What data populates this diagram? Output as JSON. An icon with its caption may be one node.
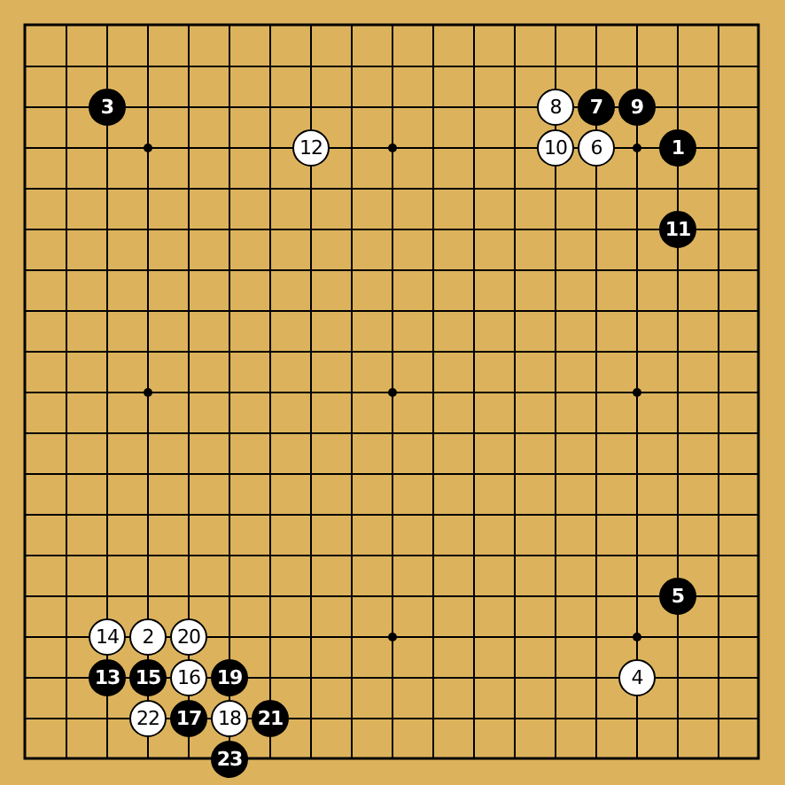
{
  "diagram": {
    "nodes": [
      {
        "text": [
          "3"
        ]
      },
      {
        "text": [
          "8"
        ]
      },
      {
        "text": [
          "7"
        ]
      },
      {
        "text": [
          "9"
        ]
      },
      {
        "text": [
          "12"
        ]
      },
      {
        "text": [
          "10"
        ]
      },
      {
        "text": [
          "6"
        ]
      },
      {
        "text": [
          "1"
        ]
      },
      {
        "text": [
          "11"
        ]
      },
      {
        "text": [
          "5"
        ]
      },
      {
        "text": [
          "14"
        ]
      },
      {
        "text": [
          "2"
        ]
      },
      {
        "text": [
          "20"
        ]
      },
      {
        "text": [
          "13"
        ]
      },
      {
        "text": [
          "15"
        ]
      },
      {
        "text": [
          "16"
        ]
      },
      {
        "text": [
          "19"
        ]
      },
      {
        "text": [
          "4"
        ]
      },
      {
        "text": [
          "22"
        ]
      },
      {
        "text": [
          "17"
        ]
      },
      {
        "text": [
          "18"
        ]
      },
      {
        "text": [
          "21"
        ]
      },
      {
        "text": [
          "23"
        ]
      }
    ]
  }
}
